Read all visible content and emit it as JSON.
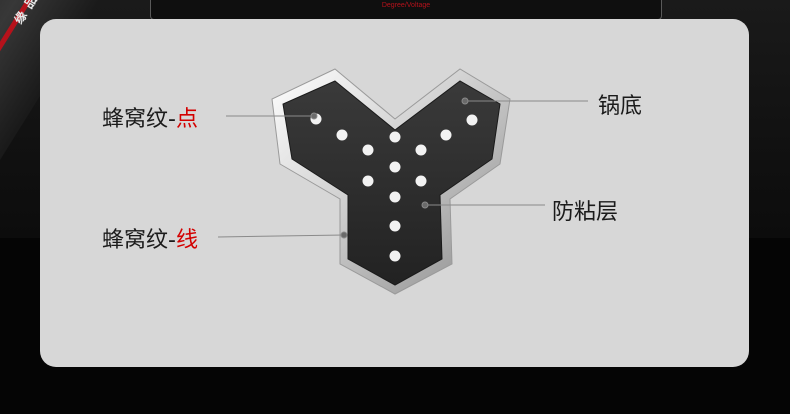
{
  "corner_text": "缘 品",
  "top_caption": "Degree/Voltage",
  "labels": {
    "honeycomb_dot_prefix": "蜂窝纹-",
    "honeycomb_dot_suffix": "点",
    "honeycomb_line_prefix": "蜂窝纹-",
    "honeycomb_line_suffix": "线",
    "pot_bottom": "锅底",
    "nonstick_layer": "防粘层"
  },
  "colors": {
    "card_bg": "#d7d7d7",
    "accent_red": "#d30000",
    "coating": "#2b2b2b",
    "rim": "#e6e6e6"
  }
}
